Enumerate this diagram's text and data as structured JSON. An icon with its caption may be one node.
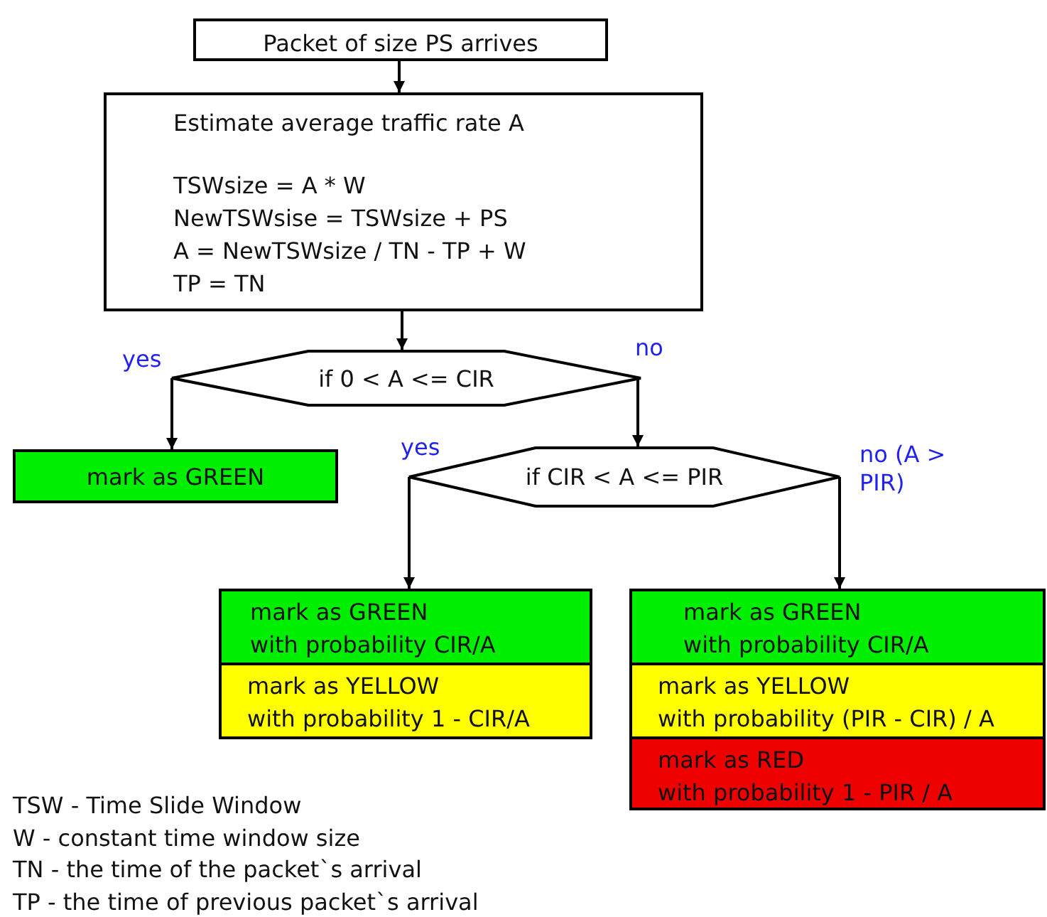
{
  "diagram": {
    "nodes": [
      {
        "text": [
          "Packet of size PS arrives"
        ]
      },
      {
        "text": [
          "Estimate average traffic rate A",
          "TSWsize = A * W",
          "NewTSWsise = TSWsize + PS",
          "A = NewTSWsize / TN - TP + W",
          "TP = TN"
        ]
      },
      {
        "text": [
          "if 0 < A <= CIR"
        ]
      },
      {
        "text": [
          "mark as GREEN"
        ]
      },
      {
        "text": [
          "if CIR < A <= PIR"
        ]
      },
      {
        "text": [
          "mark as GREEN",
          "with probability CIR/A"
        ]
      },
      {
        "text": [
          "mark as YELLOW",
          "with probability 1 - CIR/A"
        ]
      },
      {
        "text": [
          "mark as GREEN",
          "with probability CIR/A"
        ]
      },
      {
        "text": [
          "mark as YELLOW",
          "with probability (PIR - CIR) / A"
        ]
      },
      {
        "text": [
          "mark as RED",
          "with probability 1 - PIR / A"
        ]
      }
    ],
    "edges": [
      {
        "from": 0,
        "to": 1,
        "arrow": "to"
      },
      {
        "from": 1,
        "to": 2,
        "arrow": "to"
      },
      {
        "from": 2,
        "to": 3,
        "arrow": "to",
        "label": "yes"
      },
      {
        "from": 2,
        "to": 4,
        "arrow": "to",
        "label": "no"
      },
      {
        "from": 4,
        "to": 5,
        "arrow": "to",
        "label": "yes"
      },
      {
        "from": 4,
        "to": 7,
        "arrow": "to",
        "label": "no (A > PIR)"
      }
    ],
    "labels": [
      "TSW - Time Slide Window",
      "W - constant time window size",
      "TN - the time of the packet`s arrival",
      "TP - the time of previous packet`s arrival"
    ]
  }
}
